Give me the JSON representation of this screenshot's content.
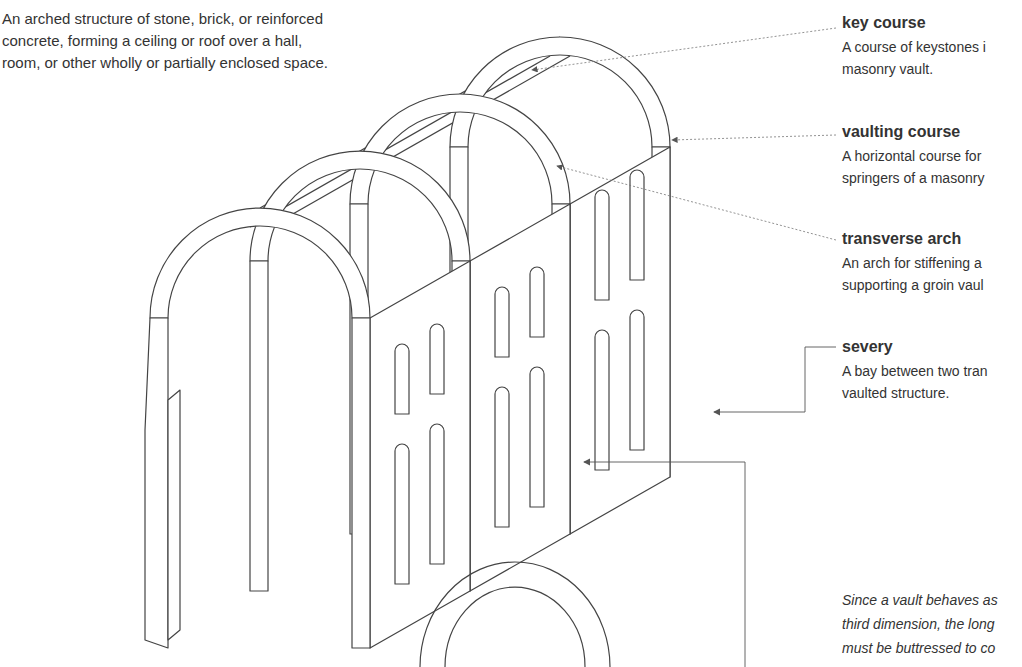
{
  "diagram": {
    "labels": [
      "An arched structure of stone, brick, or reinforced concrete, forming a ceiling or roof over a hall, room, or other wholly or partially enclosed space.",
      "key course",
      "A course of keystones i masonry vault.",
      "vaulting course",
      "A horizontal course for springers of a masonry",
      "transverse arch",
      "An arch for stiffening a supporting a groin vaul",
      "severy",
      "A bay between two tran vaulted structure.",
      "Since a vault behaves as third dimension, the long must be buttressed to co"
    ]
  }
}
